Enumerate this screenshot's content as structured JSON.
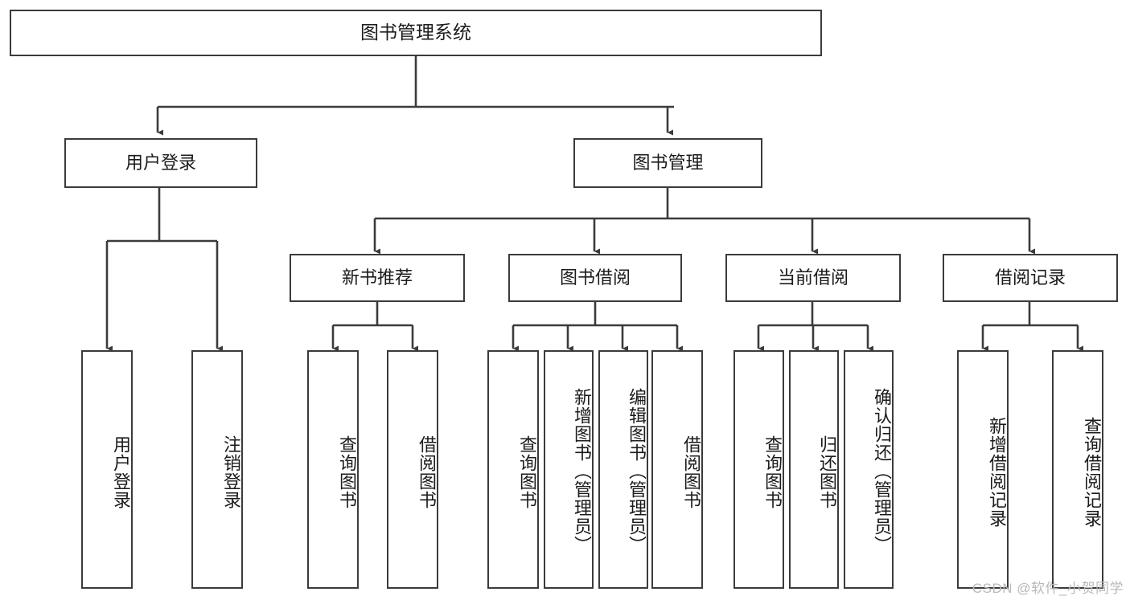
{
  "diagram": {
    "title": "图书管理系统",
    "type": "hierarchy-tree",
    "theme": {
      "background": "#ffffff",
      "line_color": "#3b3b3b",
      "box_border": "#3b3b3b",
      "box_fill": "#ffffff",
      "text_color": "#1b1b1b",
      "watermark_color": "#b9b9b9"
    },
    "root": {
      "label": "图书管理系统"
    },
    "level2": [
      {
        "label": "用户登录"
      },
      {
        "label": "图书管理"
      }
    ],
    "level3": [
      {
        "label": "新书推荐"
      },
      {
        "label": "图书借阅"
      },
      {
        "label": "当前借阅"
      },
      {
        "label": "借阅记录"
      }
    ],
    "leaves": {
      "user_login": [
        {
          "label": "用户登录"
        },
        {
          "label": "注销登录"
        }
      ],
      "new_book": [
        {
          "label": "查询图书"
        },
        {
          "label": "借阅图书"
        }
      ],
      "book_borrow": [
        {
          "label": "查询图书"
        },
        {
          "label": "新增图书（管理员）"
        },
        {
          "label": "编辑图书（管理员）"
        },
        {
          "label": "借阅图书"
        }
      ],
      "current_borrow": [
        {
          "label": "查询图书"
        },
        {
          "label": "归还图书"
        },
        {
          "label": "确认归还（管理员）"
        }
      ],
      "borrow_record": [
        {
          "label": "新增借阅记录"
        },
        {
          "label": "查询借阅记录"
        }
      ]
    }
  },
  "watermark": {
    "text": "CSDN @软件_小贺同学"
  }
}
